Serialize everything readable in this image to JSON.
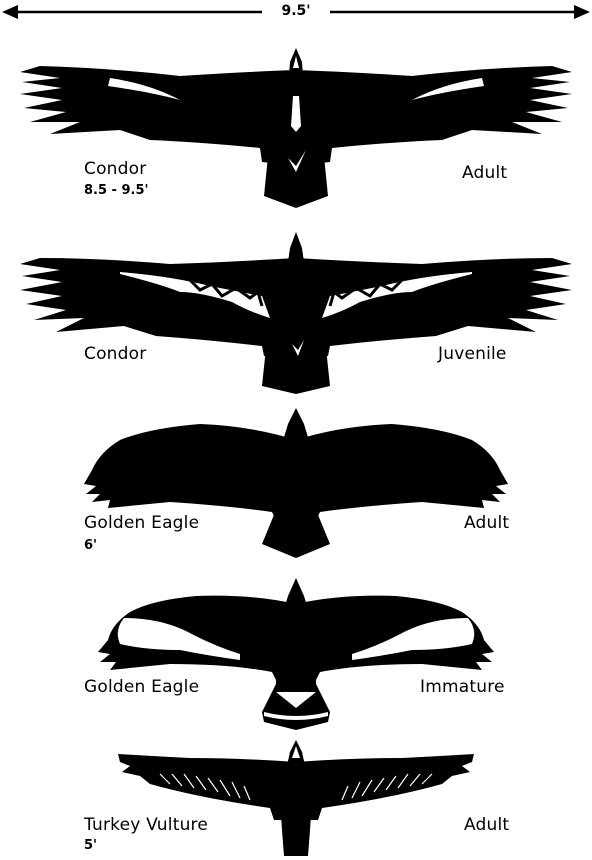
{
  "scale_bar": {
    "label": "9.5'"
  },
  "birds": [
    {
      "name": "Condor",
      "age": "Adult",
      "wingspan": "8.5 - 9.5'"
    },
    {
      "name": "Condor",
      "age": "Juvenile",
      "wingspan": ""
    },
    {
      "name": "Golden Eagle",
      "age": "Adult",
      "wingspan": "6'"
    },
    {
      "name": "Golden Eagle",
      "age": "Immature",
      "wingspan": ""
    },
    {
      "name": "Turkey Vulture",
      "age": "Adult",
      "wingspan": "5'"
    }
  ],
  "colors": {
    "silhouette": "#000000",
    "background": "#ffffff",
    "marking": "#ffffff"
  }
}
